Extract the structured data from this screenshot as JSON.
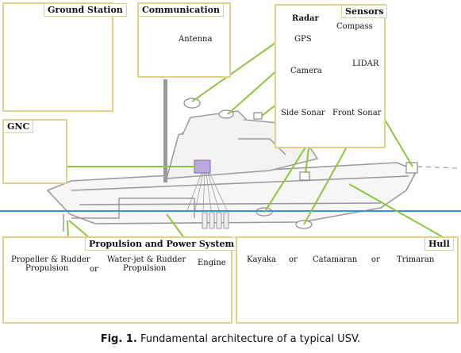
{
  "ground_station": {
    "title": "Ground Station"
  },
  "communication": {
    "title": "Communication",
    "antenna": "Antenna"
  },
  "sensors": {
    "title": "Sensors",
    "radar": "Radar",
    "gps": "GPS",
    "compass": "Compass",
    "camera": "Camera",
    "lidar": "LIDAR",
    "side_sonar": "Side Sonar",
    "front_sonar": "Front Sonar"
  },
  "gnc": {
    "title": "GNC"
  },
  "propulsion": {
    "title": "Propulsion and Power System",
    "propeller_line1": "Propeller & Rudder",
    "propeller_line2": "Propulsion",
    "or": "or",
    "waterjet_line1": "Water-jet & Rudder",
    "waterjet_line2": "Propulsion",
    "engine": "Engine"
  },
  "hull": {
    "title": "Hull",
    "kayaka": "Kayaka",
    "or1": "or",
    "catamaran": "Catamaran",
    "or2": "or",
    "trimaran": "Trimaran"
  },
  "caption": {
    "label": "Fig. 1.",
    "text": "Fundamental architecture of a typical USV."
  },
  "colors": {
    "box_border": "#e2cf8a",
    "connector": "#8cc63f",
    "waterline": "#2e9bd6",
    "boat": "#9a9a9a",
    "gnc_module": "#b9a9dc"
  }
}
